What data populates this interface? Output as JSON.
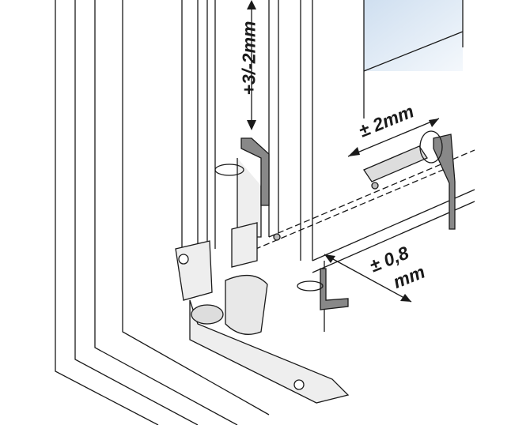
{
  "labels": {
    "vertical_adjust": "+3/-2mm",
    "horizontal_adjust": "± 2mm",
    "depth_adjust_value": "± 0,8",
    "depth_adjust_unit": "mm"
  },
  "colors": {
    "glass": "#dfe9f5",
    "line": "#1a1a1a",
    "metal": "#e6e6e6"
  }
}
